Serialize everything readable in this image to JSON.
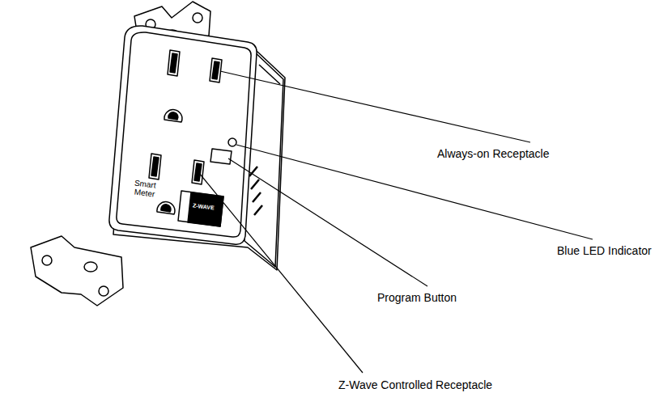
{
  "diagram": {
    "labels": [
      "Always-on Receptacle",
      "Blue LED Indicator",
      "Program Button",
      "Z-Wave Controlled Receptacle",
      "Smart Meter",
      "Z-WAVE"
    ]
  }
}
